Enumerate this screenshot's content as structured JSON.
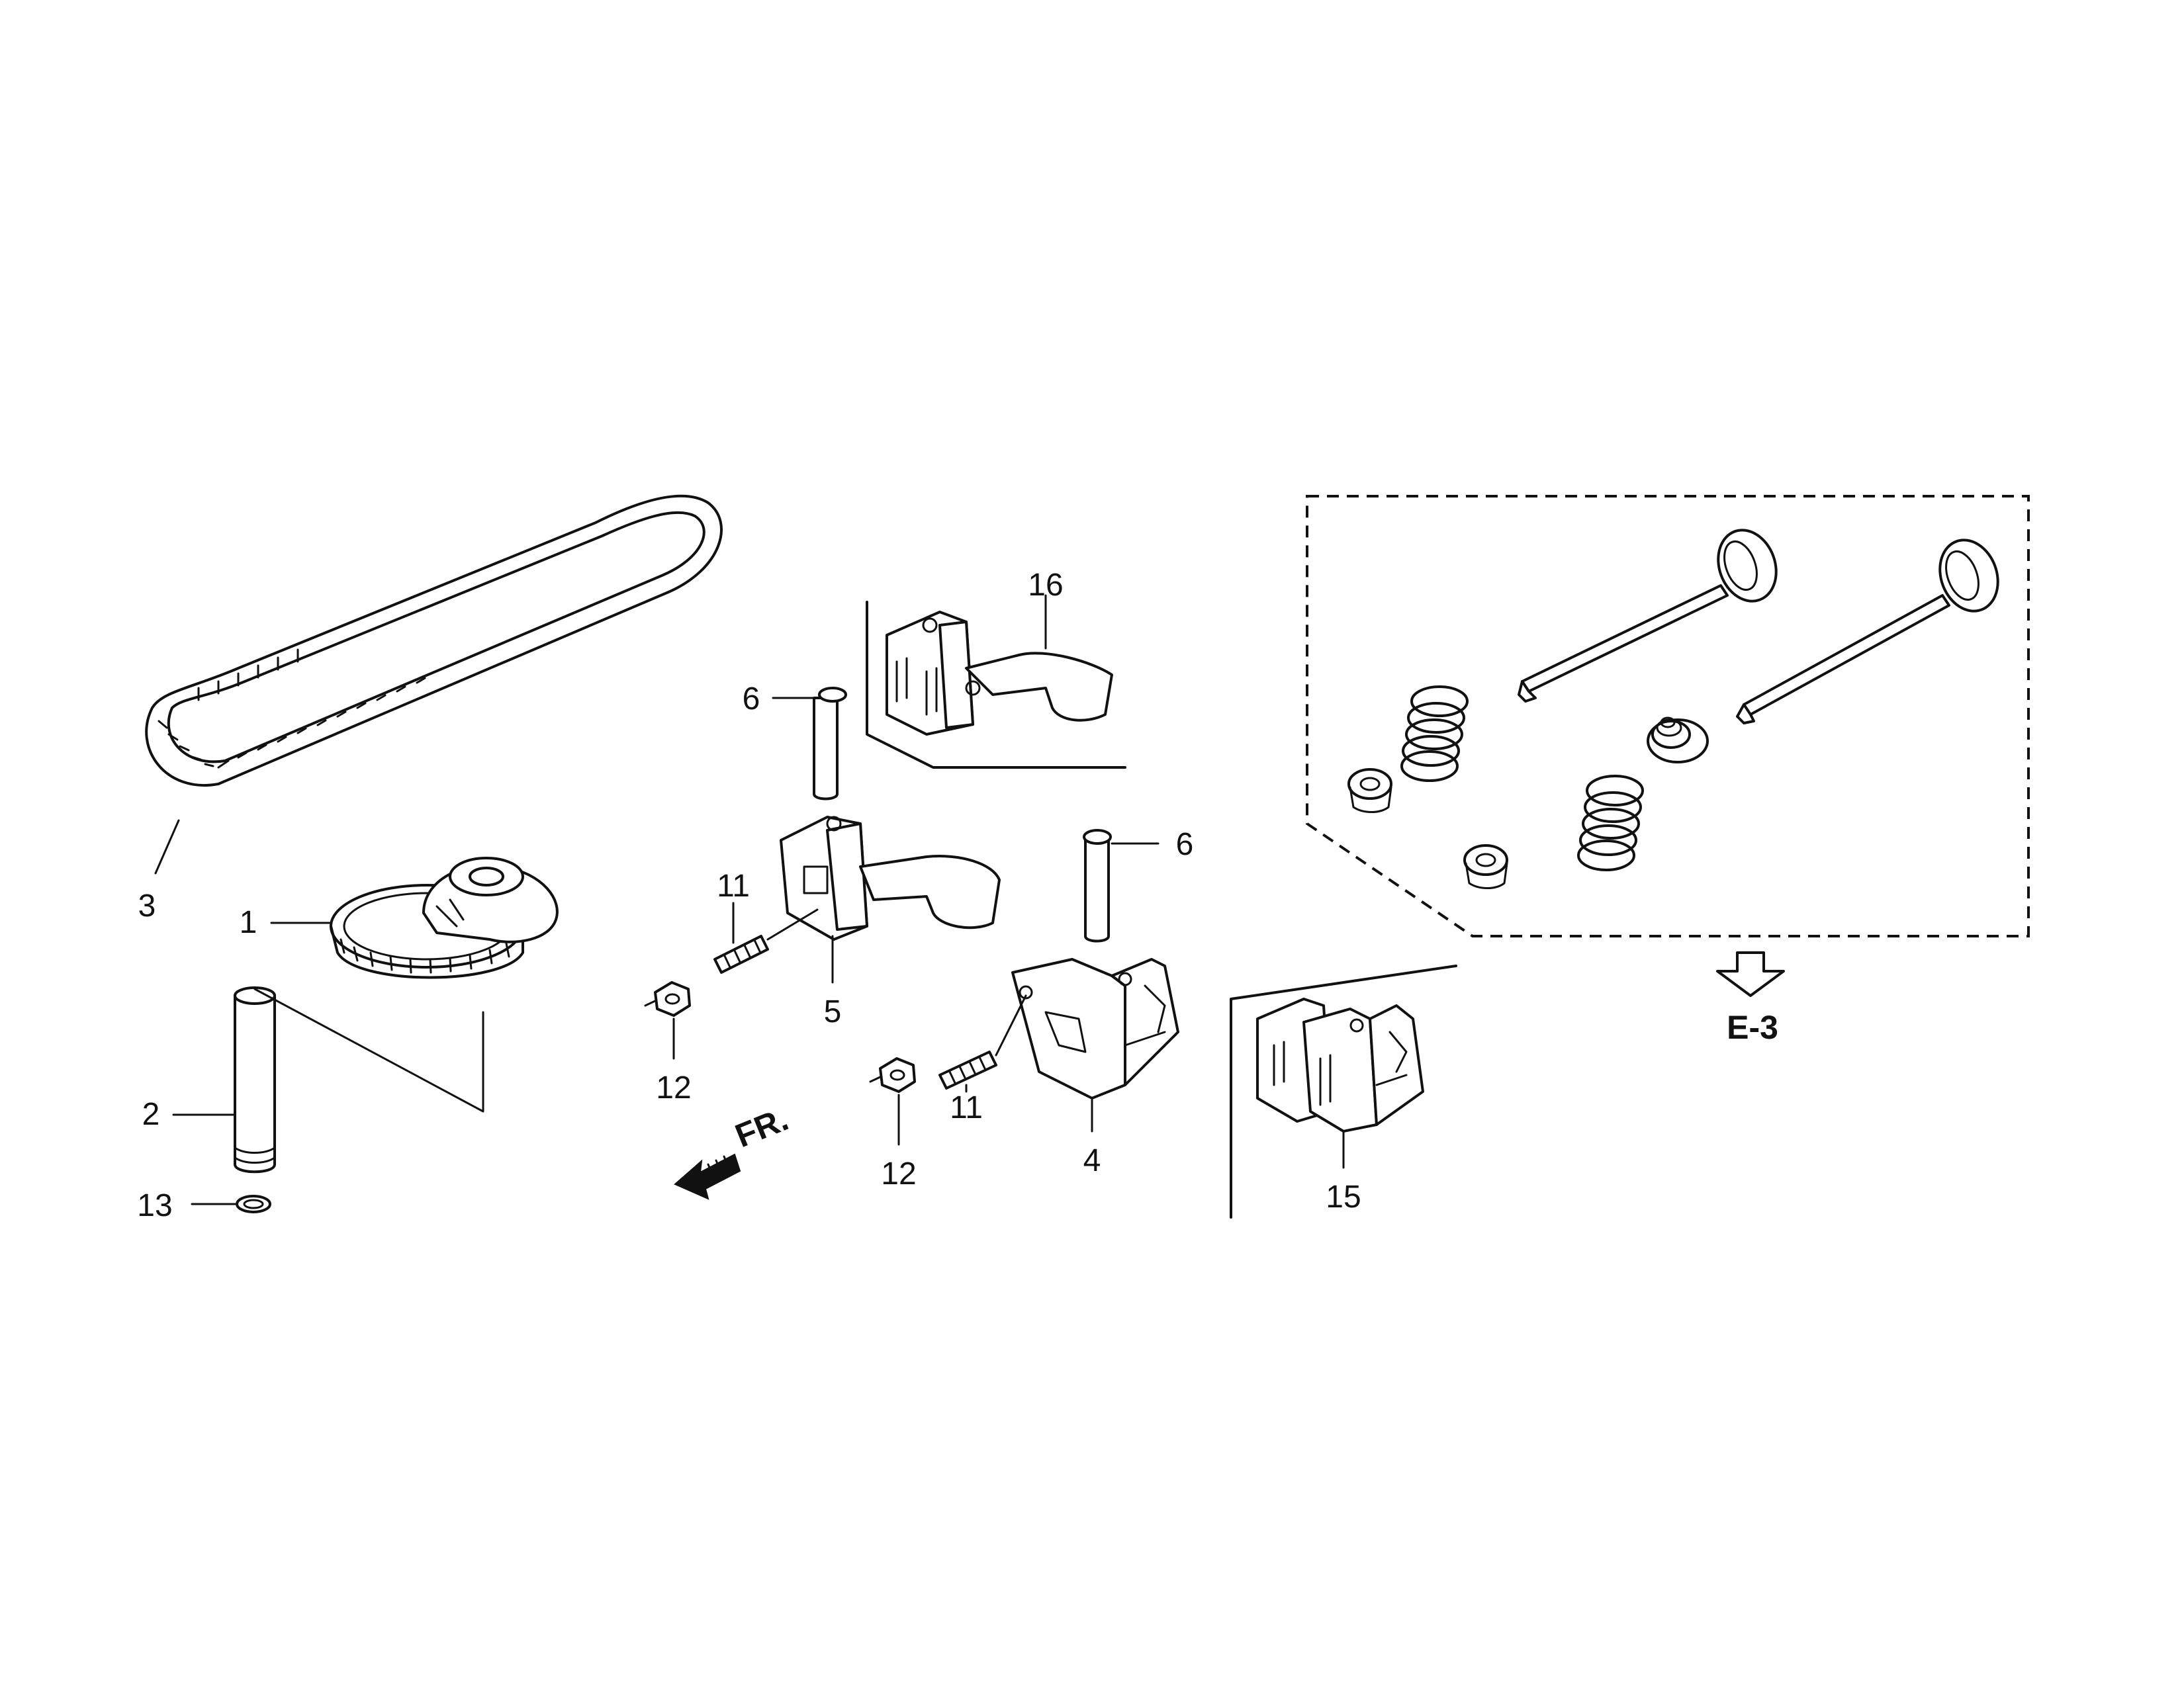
{
  "callouts": {
    "c1": "1",
    "c2": "2",
    "c3": "3",
    "c4": "4",
    "c5": "5",
    "c6a": "6",
    "c6b": "6",
    "c11a": "11",
    "c11b": "11",
    "c12a": "12",
    "c12b": "12",
    "c13": "13",
    "c15": "15",
    "c16": "16"
  },
  "reference": "E-3",
  "front_marker": "FR."
}
